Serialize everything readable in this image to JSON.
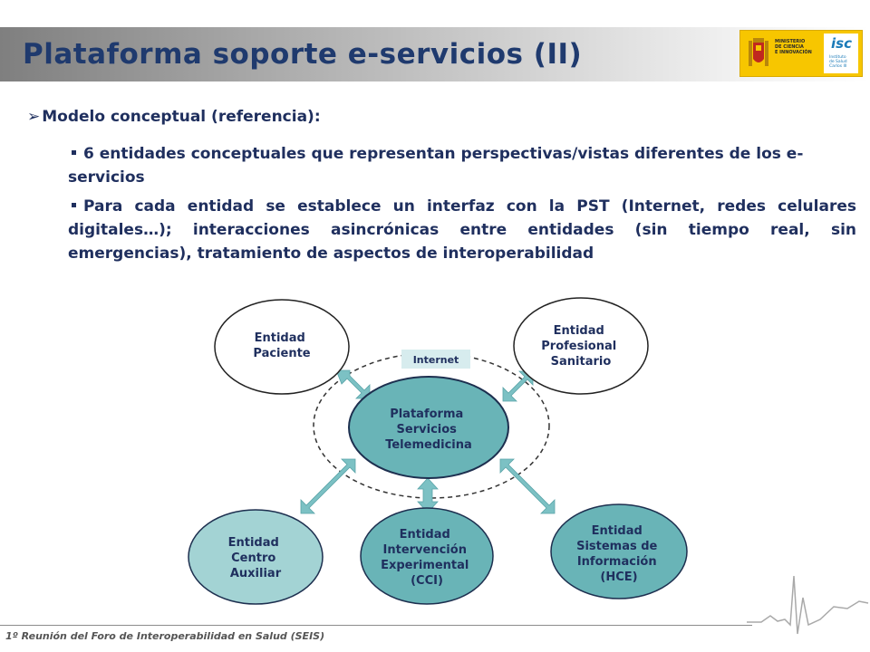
{
  "header": {
    "title": "Plataforma soporte e-servicios (II)",
    "logo_ministry": [
      "MINISTERIO",
      "DE CIENCIA",
      "E INNOVACIÓN"
    ],
    "logo_isciii_symbol": "isc",
    "logo_isciii": [
      "Instituto",
      "de Salud",
      "Carlos III"
    ]
  },
  "content": {
    "heading": "Modelo conceptual (referencia):",
    "bullets": [
      "6 entidades conceptuales que representan perspectivas/vistas diferentes de los e-servicios",
      "Para cada entidad se establece un interfaz con la PST (Internet, redes celulares digitales…); interacciones asincrónicas entre entidades (sin tiempo real, sin emergencias), tratamiento de aspectos de interoperabilidad"
    ]
  },
  "diagram": {
    "center": [
      "Plataforma",
      "Servicios",
      "Telemedicina"
    ],
    "internet_label": "Internet",
    "entities": {
      "paciente": [
        "Entidad",
        "Paciente"
      ],
      "profesional": [
        "Entidad",
        "Profesional",
        "Sanitario"
      ],
      "centro": [
        "Entidad",
        "Centro",
        "Auxiliar"
      ],
      "intervencion": [
        "Entidad",
        "Intervención",
        "Experimental",
        "(CCI)"
      ],
      "sistemas": [
        "Entidad",
        "Sistemas de",
        "Información",
        "(HCE)"
      ]
    }
  },
  "colors": {
    "title": "#1f3a6e",
    "body_text": "#1f2f5e",
    "teal_fill": "#69b4b7",
    "light_teal_fill": "#a3d3d4",
    "arrow_fill": "#7cc1c4",
    "logo_yellow": "#f7c600"
  },
  "footer": {
    "text": "1º Reunión del Foro de Interoperabilidad en Salud (SEIS)"
  }
}
